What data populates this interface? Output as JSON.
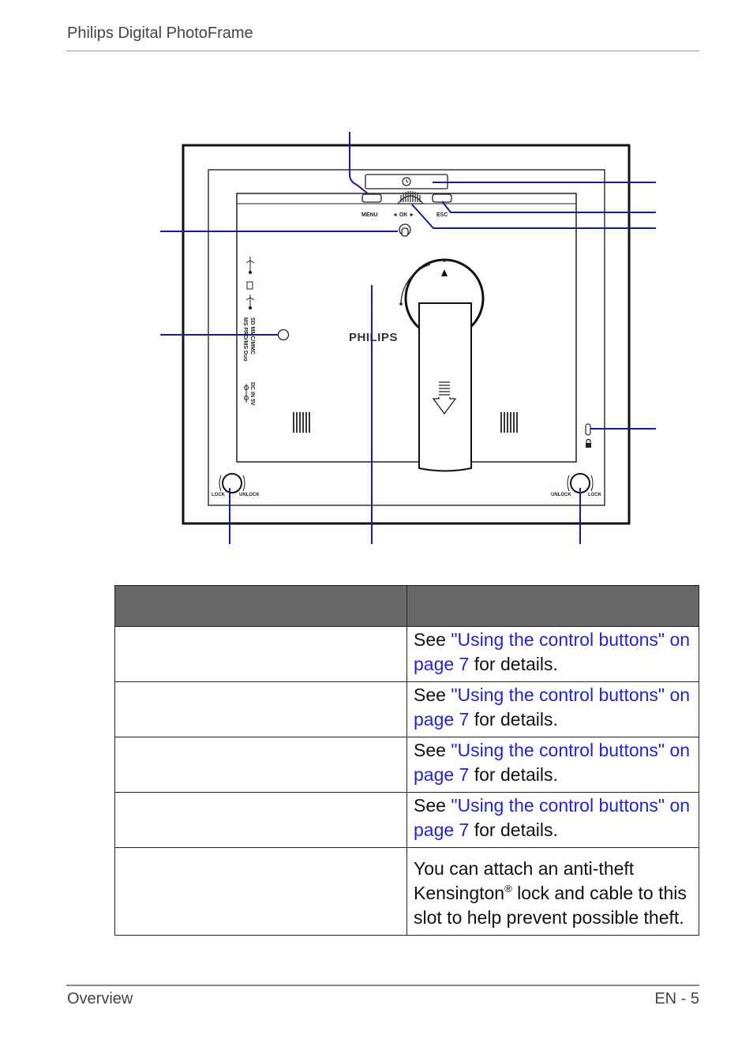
{
  "header": {
    "title": "Philips Digital PhotoFrame"
  },
  "footer": {
    "section": "Overview",
    "page": "EN - 5"
  },
  "diagram": {
    "labels": {
      "menu": "MENU",
      "ok": "◄ OK ►",
      "esc": "ESC",
      "brand": "PHILIPS",
      "lock_left": "LOCK",
      "unlock_left": "UNLOCK",
      "unlock_right": "UNLOCK",
      "lock_right": "LOCK",
      "port_text_1": "SD MMC/MMC",
      "port_text_2": "MS PRO/MS Duo",
      "dc_in": "DC IN 5V"
    }
  },
  "table": {
    "rows": [
      {
        "pre": "See ",
        "link": "\"Using the control buttons\" on page 7",
        "post": " for details."
      },
      {
        "pre": "See ",
        "link": "\"Using the control buttons\" on page 7",
        "post": " for details."
      },
      {
        "pre": "See ",
        "link": "\"Using the control buttons\" on page 7",
        "post": " for details."
      },
      {
        "pre": "See ",
        "link": "\"Using the control buttons\" on page 7",
        "post": " for details."
      }
    ],
    "kensington": {
      "pre": "You can attach an anti-theft Kensington",
      "sup": "®",
      "post": "  lock and cable to this slot to help prevent possible theft."
    }
  },
  "colors": {
    "callout": "#1a1aa0",
    "link": "#2222dd",
    "table_header": "#676767"
  }
}
